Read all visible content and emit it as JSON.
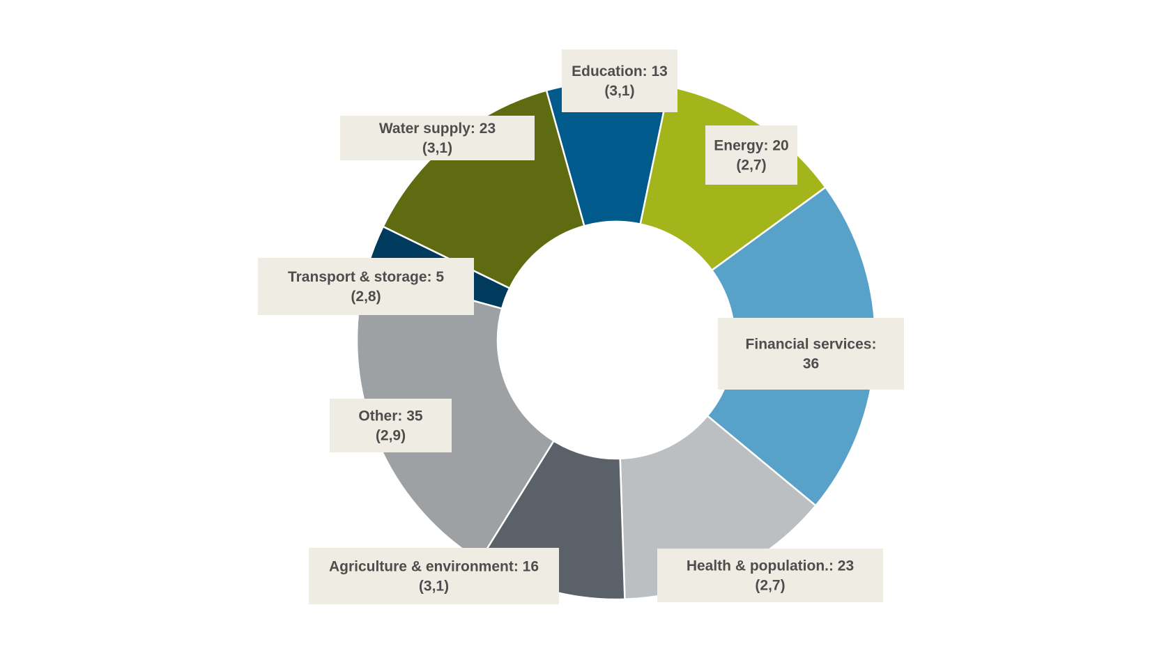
{
  "chart_data": {
    "type": "pie",
    "variant": "donut",
    "title": "",
    "legend": "none",
    "slices": [
      {
        "name": "Education",
        "value": 13,
        "note": "(3,1)",
        "color": "#005a8c"
      },
      {
        "name": "Energy",
        "value": 20,
        "note": "(2,7)",
        "color": "#a3b51b"
      },
      {
        "name": "Financial services",
        "value": 36,
        "note": "",
        "color": "#58a1c9"
      },
      {
        "name": "Health & population.",
        "value": 23,
        "note": "(2,7)",
        "color": "#bcbfc2"
      },
      {
        "name": "Agriculture & environment",
        "value": 16,
        "note": "(3,1)",
        "color": "#5a6168"
      },
      {
        "name": "Other",
        "value": 35,
        "note": "(2,9)",
        "color": "#9ea1a4"
      },
      {
        "name": "Transport & storage",
        "value": 5,
        "note": "(2,8)",
        "color": "#003a5c"
      },
      {
        "name": "Water supply",
        "value": 23,
        "note": "(3,1)",
        "color": "#5f6b11"
      }
    ],
    "labels": [
      {
        "line1": "Education: 13",
        "line2": "(3,1)"
      },
      {
        "line1": "Energy: 20",
        "line2": "(2,7)"
      },
      {
        "line1": "Financial services:",
        "line2": "36"
      },
      {
        "line1": "Health & population.: 23",
        "line2": "(2,7)"
      },
      {
        "line1": "Agriculture & environment: 16",
        "line2": "(3,1)"
      },
      {
        "line1": "Other: 35",
        "line2": "(2,9)"
      },
      {
        "line1": "Transport & storage: 5",
        "line2": "(2,8)"
      },
      {
        "line1": "Water supply: 23",
        "line2": "(3,1)"
      }
    ],
    "label_background": "#efede3"
  }
}
